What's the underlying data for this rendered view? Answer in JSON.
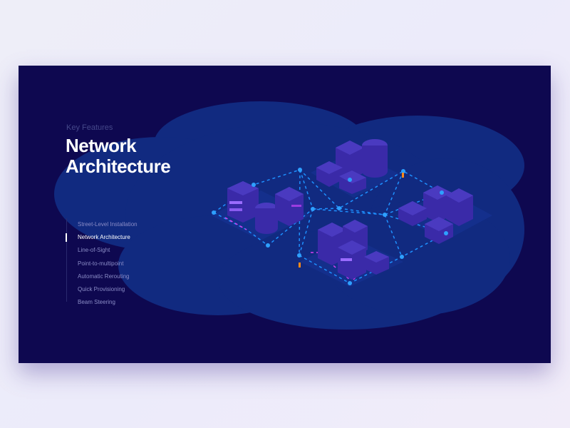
{
  "header": {
    "eyebrow": "Key Features",
    "title_line1": "Network",
    "title_line2": "Architecture"
  },
  "nav": {
    "items": [
      {
        "label": "Street-Level Installation",
        "active": false
      },
      {
        "label": "Network Architecture",
        "active": true
      },
      {
        "label": "Line-of-Sight",
        "active": false
      },
      {
        "label": "Point-to-multipoint",
        "active": false
      },
      {
        "label": "Automatic Rerouting",
        "active": false
      },
      {
        "label": "Quick Provisioning",
        "active": false
      },
      {
        "label": "Beam Steering",
        "active": false
      }
    ]
  },
  "colors": {
    "panel_bg": "#0e0850",
    "cloud": "#112a80",
    "link_blue": "#1e90ff",
    "link_magenta": "#d63cf0",
    "building": "#3a2aa8",
    "accent_orange": "#ff8a1a"
  }
}
